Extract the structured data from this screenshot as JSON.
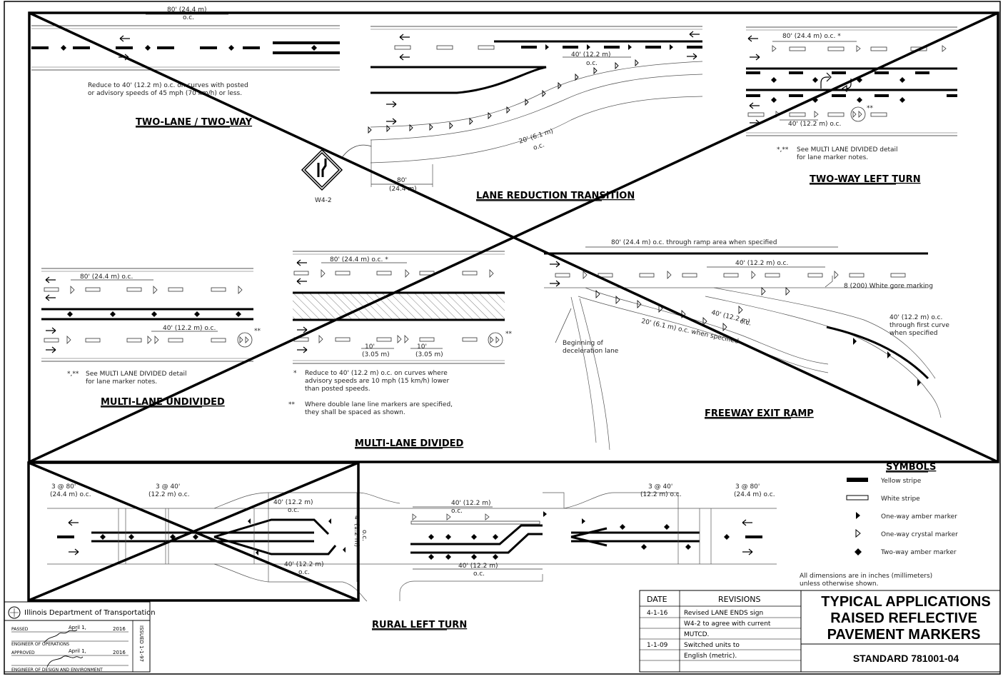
{
  "sections": {
    "two_lane": {
      "title": "TWO-LANE / TWO-WAY",
      "dim_top": "80' (24.4 m)",
      "dim_top_oc": "o.c.",
      "note_line1": "Reduce to 40' (12.2 m) o.c. on curves with posted",
      "note_line2": "or advisory speeds of 45 mph (70 km/h) or less."
    },
    "lane_reduction": {
      "title": "LANE REDUCTION TRANSITION",
      "dim_40": "40' (12.2 m)",
      "dim_40_oc": "o.c.",
      "dim_20": "20' (6.1 m)",
      "dim_20_oc": "o.c.",
      "dim_80": "80'",
      "dim_80_m": "(24.4 m)",
      "sign_label": "W4-2"
    },
    "two_way_left": {
      "title": "TWO-WAY LEFT TURN",
      "dim_80": "80' (24.4 m) o.c. *",
      "dim_40": "40' (12.2 m) o.c.",
      "stars": "**",
      "note_mark": "*,**",
      "note_line1": "See MULTI LANE DIVIDED detail",
      "note_line2": "for lane marker notes."
    },
    "multi_undivided": {
      "title": "MULTI-LANE UNDIVIDED",
      "dim_80": "80' (24.4 m) o.c.",
      "dim_40": "40' (12.2 m) o.c.",
      "stars": "**",
      "note_mark": "*,**",
      "note_line1": "See MULTI LANE DIVIDED detail",
      "note_line2": "for lane marker notes."
    },
    "multi_divided": {
      "title": "MULTI-LANE DIVIDED",
      "dim_80": "80' (24.4 m) o.c. *",
      "dim_10a": "10'",
      "dim_10a_m": "(3.05 m)",
      "dim_10b": "10'",
      "dim_10b_m": "(3.05 m)",
      "stars": "**",
      "note1_mark": "*",
      "note1_line1": "Reduce to 40' (12.2 m) o.c. on curves where",
      "note1_line2": "advisory speeds are 10 mph (15 km/h) lower",
      "note1_line3": "than posted speeds.",
      "note2_mark": "**",
      "note2_line1": "Where double lane line markers are specified,",
      "note2_line2": "they shall be spaced as shown."
    },
    "freeway_exit": {
      "title": "FREEWAY EXIT RAMP",
      "dim_80": "80' (24.4 m) o.c. through ramp area when specified",
      "dim_40": "40' (12.2 m) o.c.",
      "gore": "8 (200) White gore marking",
      "dim_40b": "40' (12.2 m)",
      "dim_40b_oc": "o.c.",
      "dim_20": "20' (6.1 m) o.c. when specified",
      "decel1": "Beginning of",
      "decel2": "deceleration lane",
      "curve1": "40' (12.2 m) o.c.",
      "curve2": "through first curve",
      "curve3": "when specified"
    },
    "rural_left": {
      "title": "RURAL LEFT TURN",
      "d1": "3 @ 80'",
      "d1m": "(24.4 m) o.c.",
      "d2": "3 @ 40'",
      "d2m": "(12.2 m) o.c.",
      "d3": "40' (12.2 m)",
      "d3oc": "o.c.",
      "d4": "4' (1.2 m)",
      "d4oc": "o.c.",
      "d5": "40' (12.2 m)",
      "d5oc": "o.c.",
      "d6": "40' (12.2 m)",
      "d6oc": "o.c.",
      "d7": "40' (12.2 m)",
      "d7oc": "o.c.",
      "d8": "3 @ 40'",
      "d8m": "(12.2 m) o.c.",
      "d9": "3 @ 80'",
      "d9m": "(24.4 m) o.c."
    }
  },
  "symbols": {
    "title": "SYMBOLS",
    "items": [
      "Yellow stripe",
      "White stripe",
      "One-way amber marker",
      "One-way crystal marker",
      "Two-way amber marker"
    ]
  },
  "dimensions_note_1": "All dimensions are in inches (millimeters)",
  "dimensions_note_2": "unless otherwise shown.",
  "title_block": {
    "agency": "Illinois Department of Transportation",
    "passed": "PASSED",
    "passed_date": "April 1,",
    "passed_year": "2016",
    "eng_ops": "ENGINEER OF OPERATIONS",
    "approved": "APPROVED",
    "approved_date": "April 1,",
    "approved_year": "2016",
    "eng_design": "ENGINEER OF DESIGN AND ENVIRONMENT",
    "issued": "ISSUED 1-1-97"
  },
  "revisions": {
    "col_date": "DATE",
    "col_rev": "REVISIONS",
    "rows": [
      {
        "date": "4-1-16",
        "text": "Revised LANE ENDS sign"
      },
      {
        "date": "",
        "text": "W4-2 to agree with current"
      },
      {
        "date": "",
        "text": "MUTCD."
      },
      {
        "date": "1-1-09",
        "text": "Switched units to"
      },
      {
        "date": "",
        "text": "English (metric)."
      }
    ]
  },
  "main_title": {
    "line1": "TYPICAL APPLICATIONS",
    "line2": "RAISED REFLECTIVE",
    "line3": "PAVEMENT MARKERS",
    "standard": "STANDARD 781001-04"
  }
}
